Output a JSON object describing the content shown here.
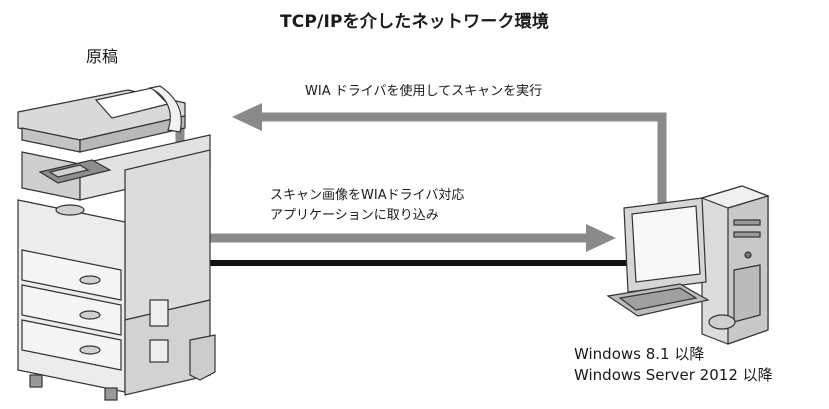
{
  "diagram": {
    "title": "TCP/IPを介したネットワーク環境",
    "original_label": "原稿",
    "top_flow_label": "WIA ドライバを使用してスキャンを実行",
    "scan_flow_label": [
      "スキャン画像をWIAドライバ対応",
      "アプリケーションに取り込み"
    ],
    "os_labels": [
      "Windows 8.1 以降",
      "Windows Server 2012 以降"
    ]
  }
}
